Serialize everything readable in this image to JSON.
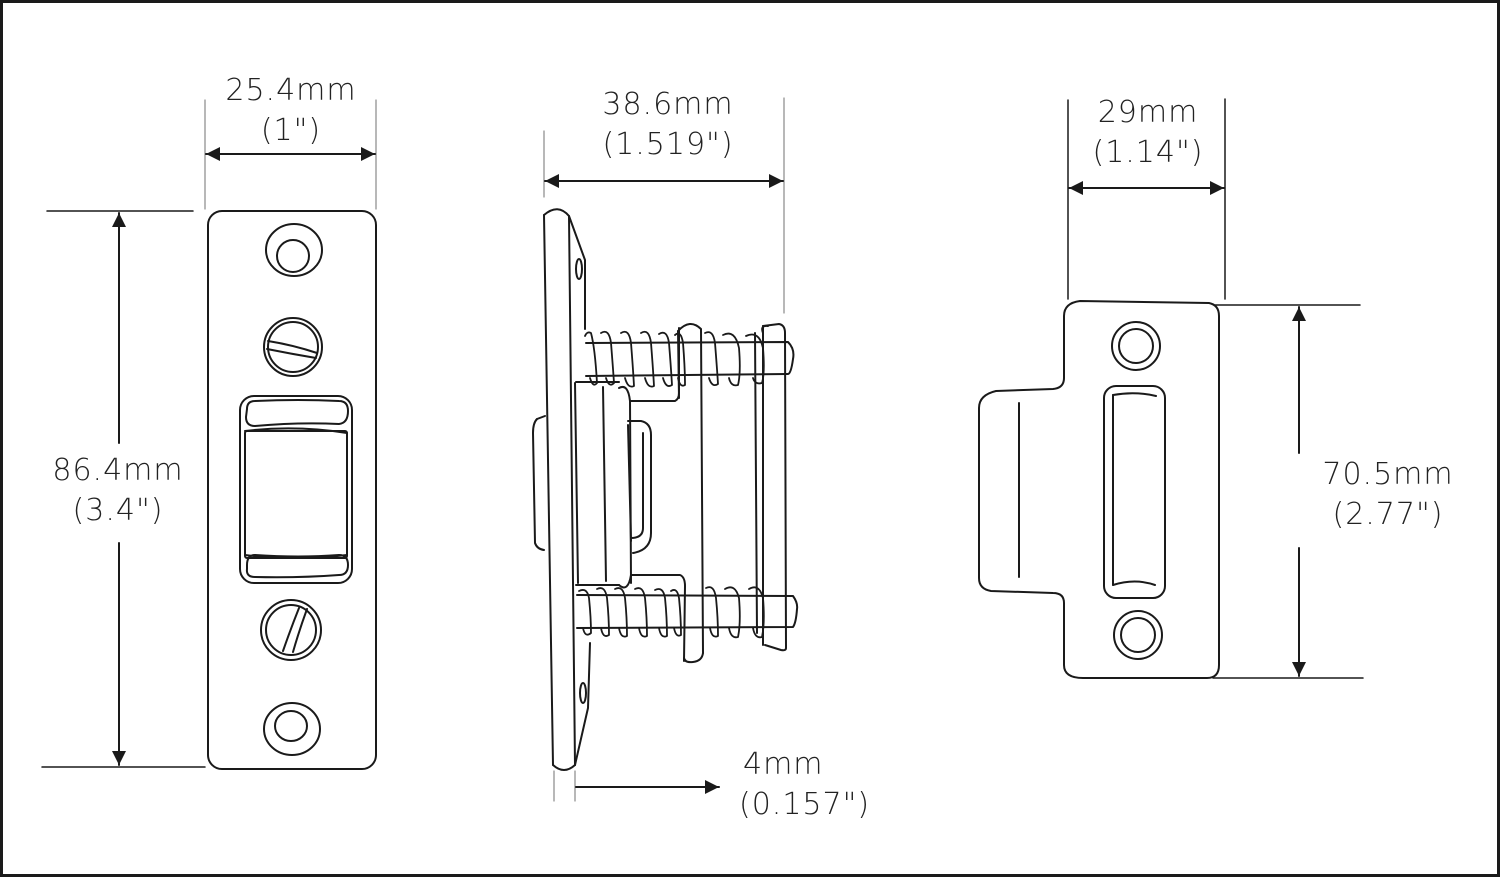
{
  "diagram": {
    "subject": "roller catch latch and strike plate dimension drawing",
    "stroke_color": "#1a1a1a",
    "background": "#ffffff",
    "views": [
      {
        "name": "front-view-latch-plate",
        "width_dimension": {
          "mm": "25.4mm",
          "inch": "(1\")"
        },
        "height_dimension": {
          "mm": "86.4mm",
          "inch": "(3.4\")"
        }
      },
      {
        "name": "side-view-latch",
        "depth_dimension": {
          "mm": "38.6mm",
          "inch": "(1.519\")"
        },
        "plate_thickness_dimension": {
          "mm": "4mm",
          "inch": "(0.157\")"
        }
      },
      {
        "name": "strike-plate-view",
        "width_dimension": {
          "mm": "29mm",
          "inch": "(1.14\")"
        },
        "height_dimension": {
          "mm": "70.5mm",
          "inch": "(2.77\")"
        }
      }
    ]
  }
}
